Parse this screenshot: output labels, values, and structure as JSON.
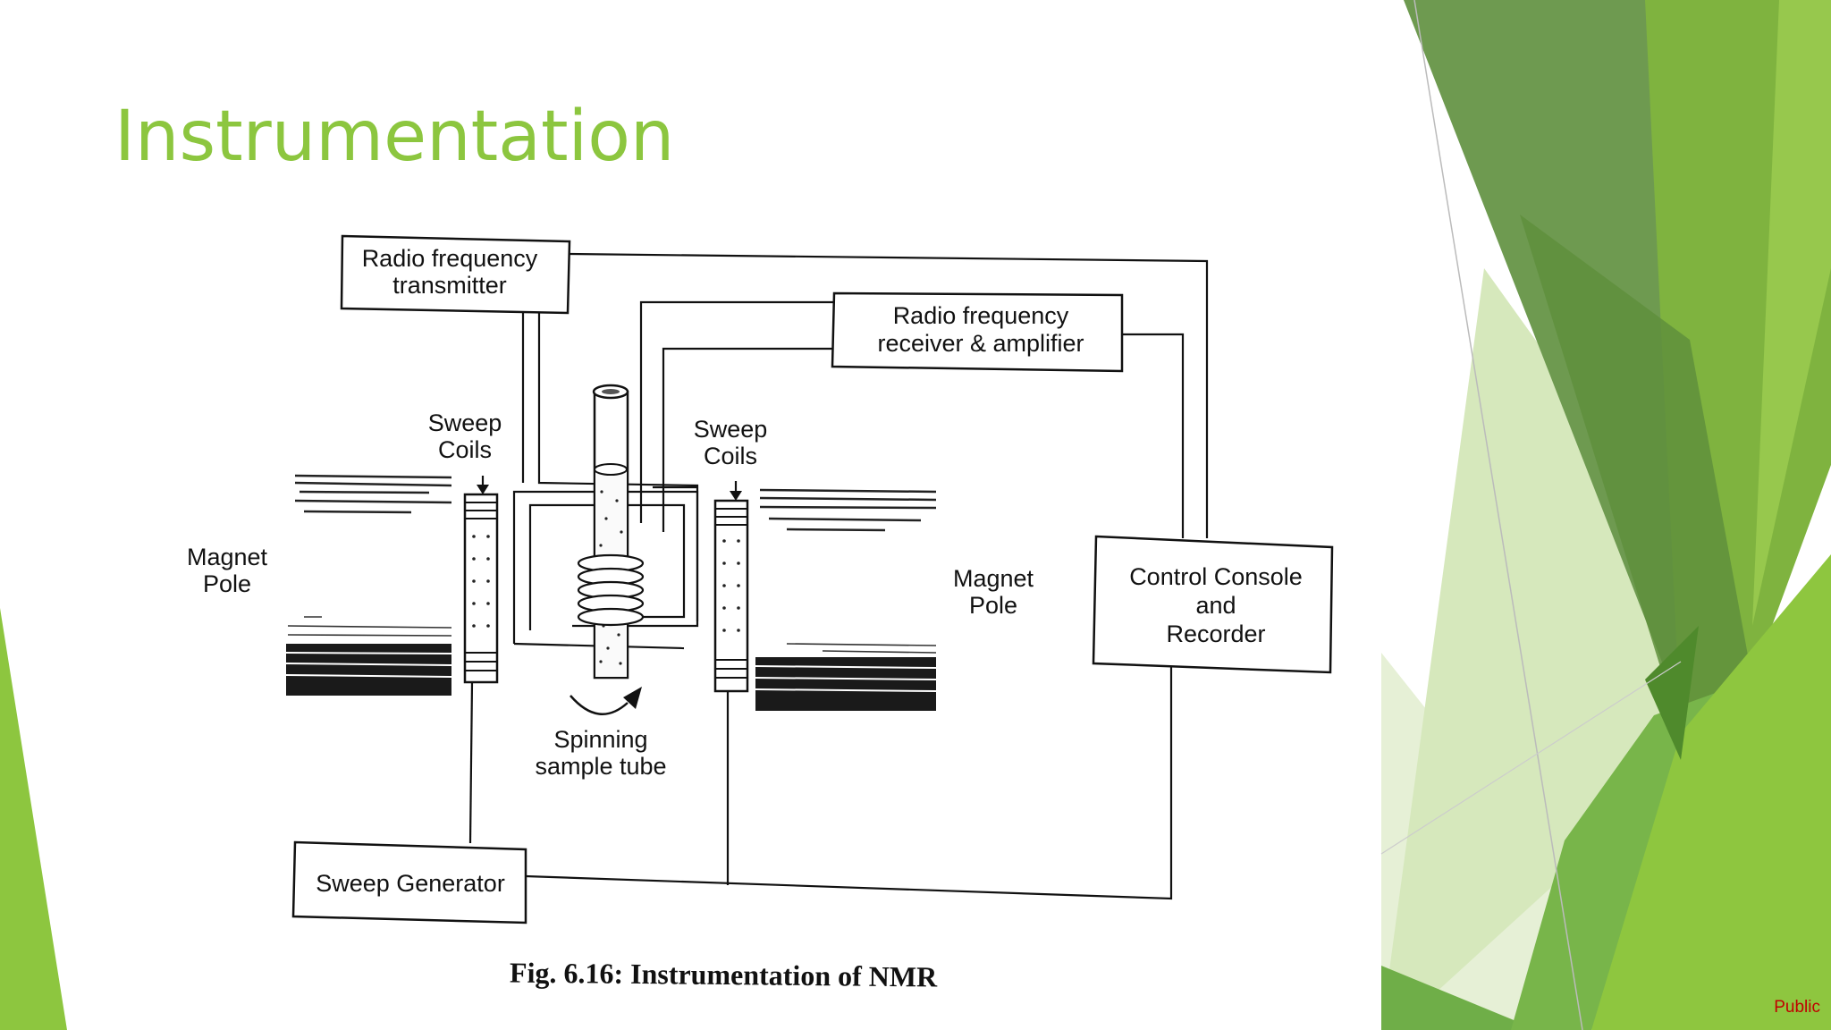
{
  "slide": {
    "title": "Instrumentation",
    "caption": "Fig. 6.16: Instrumentation of NMR",
    "footer": "Public"
  },
  "diagram": {
    "rf_transmitter": [
      "Radio frequency",
      "transmitter"
    ],
    "rf_receiver": [
      "Radio frequency",
      "receiver & amplifier"
    ],
    "sweep_coils_left": [
      "Sweep",
      "Coils"
    ],
    "sweep_coils_right": [
      "Sweep",
      "Coils"
    ],
    "magnet_pole_left": [
      "Magnet",
      "Pole"
    ],
    "magnet_pole_right": [
      "Magnet",
      "Pole"
    ],
    "control_console": [
      "Control Console",
      "and",
      "Recorder"
    ],
    "spinning_tube": [
      "Spinning",
      "sample tube"
    ],
    "sweep_generator": "Sweep Generator"
  },
  "colors": {
    "title": "#8cc63f",
    "footer": "#c00000",
    "green_dark": "#5e8e3e",
    "green_mid": "#7ab547",
    "green_light": "#8dc63f",
    "green_pale": "#dcebc4"
  }
}
